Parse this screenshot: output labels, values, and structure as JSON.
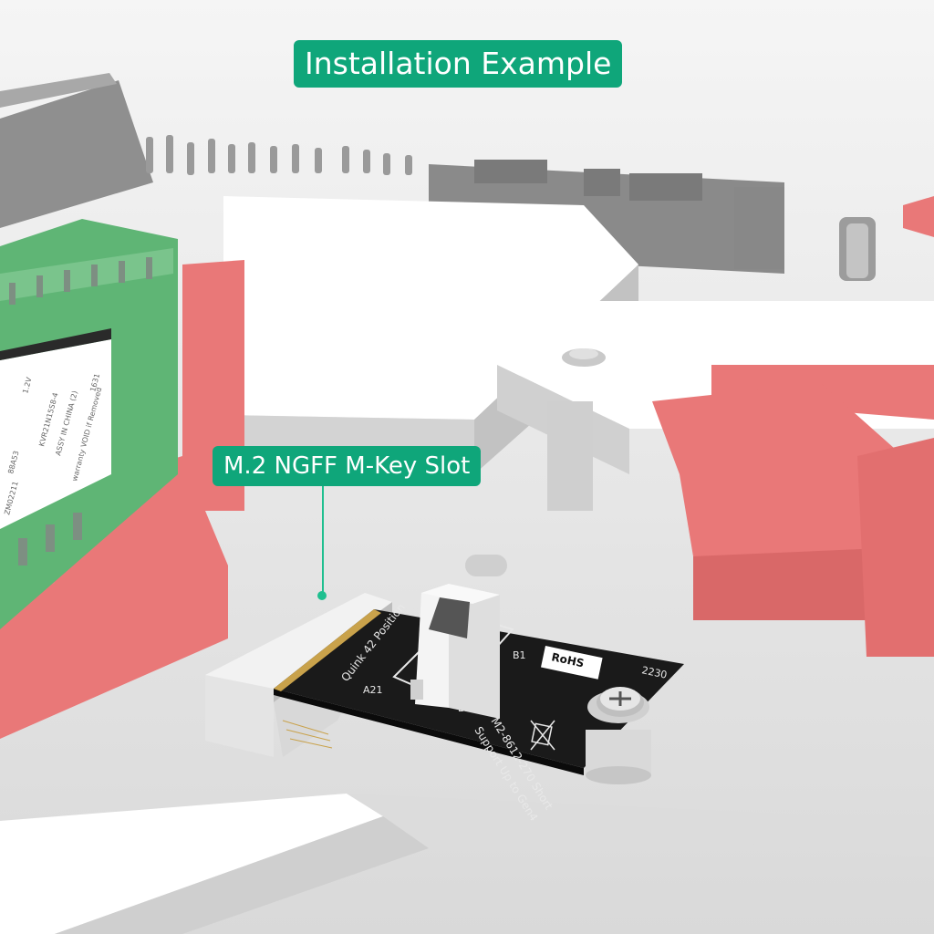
{
  "banner": {
    "title": "Installation Example",
    "slot_label": "M.2 NGFF M-Key Slot"
  },
  "adapter_board": {
    "b1": "B1",
    "a21": "A21",
    "b21": "B21",
    "position_label": "Quink 42 Position",
    "model": "M2-8612-270 Short",
    "support": "Support Up to Gen4",
    "rohs": "RoHS",
    "size": "2230"
  },
  "ram_label": {
    "voltage": "1.2V",
    "part": "KVR21N15S8-4",
    "origin": "ASSY IN CHINA (2)",
    "warranty": "warranty VOID if Removed",
    "code1": "1631",
    "code2": "88A53",
    "code3": "ZM02211"
  },
  "colors": {
    "accent_green": "#0fa67a",
    "latch_red": "#e97878",
    "pcb_green": "#5fb575",
    "board_black": "#1a1a1a"
  }
}
